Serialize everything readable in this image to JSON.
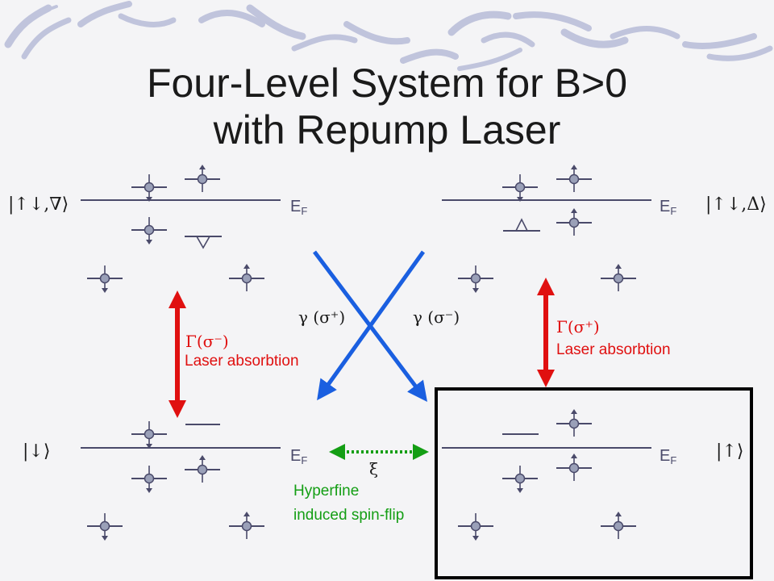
{
  "title": {
    "line1": "Four-Level System for B>0",
    "line2": "with Repump Laser"
  },
  "colors": {
    "text": "#1a1a1a",
    "line": "#4a4a6a",
    "red": "#e01010",
    "blue": "#1a5fe0",
    "green": "#149e14",
    "box": "#000000",
    "swash": "#b8bcd8"
  },
  "states": {
    "top_left_ket": "|↑↓,∇⟩",
    "top_right_ket": "|↑↓,Δ⟩",
    "bottom_left_ket": "|↓⟩",
    "bottom_right_ket": "|↑⟩"
  },
  "fermi_label": {
    "main": "E",
    "sub": "F"
  },
  "decays": {
    "left": "γ (σ⁺)",
    "right": "γ (σ⁻)"
  },
  "laser_left": {
    "rate": "Γ(σ⁻)",
    "label": "Laser absorbtion"
  },
  "laser_right": {
    "rate": "Γ(σ⁺)",
    "label": "Laser absorbtion"
  },
  "hyperfine": {
    "symbol": "ξ",
    "line1": "Hyperfine",
    "line2": "induced spin-flip"
  }
}
